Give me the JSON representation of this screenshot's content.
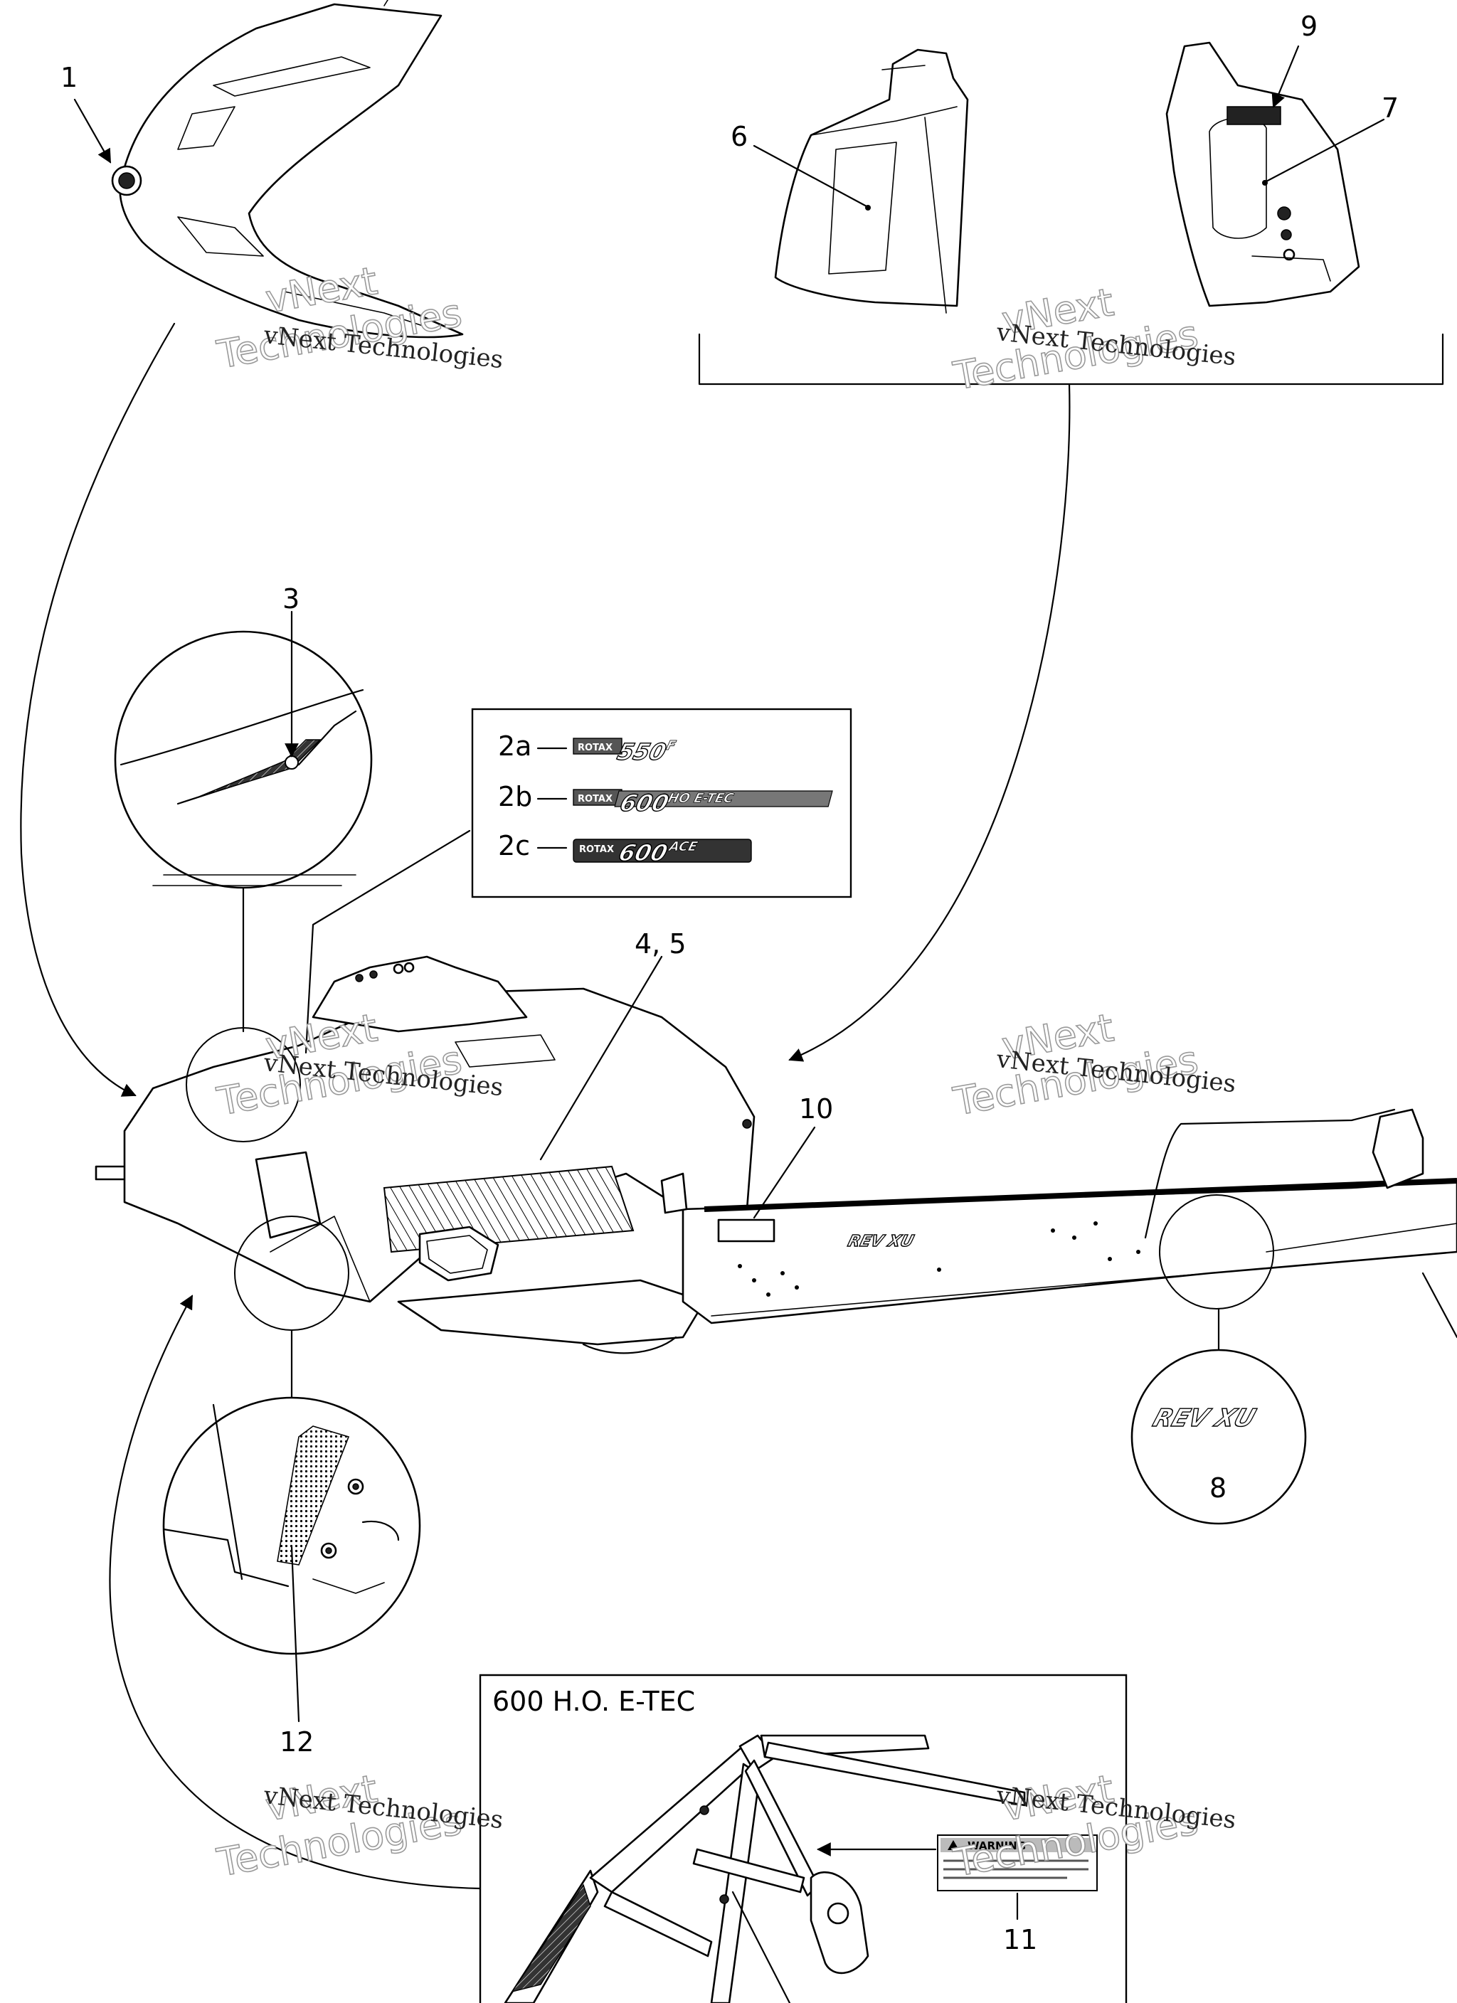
{
  "callouts": {
    "c1": "1",
    "c2a": "2a",
    "c2b": "2b",
    "c2c": "2c",
    "c3": "3",
    "c45": "4, 5",
    "c6": "6",
    "c7": "7",
    "c8": "8",
    "c9": "9",
    "c10": "10",
    "c11": "11",
    "c12": "12"
  },
  "decals": {
    "d2a": {
      "brand": "ROTAX",
      "number": "550",
      "suffix": "F"
    },
    "d2b": {
      "brand": "ROTAX",
      "number": "600",
      "suffix": "HO E-TEC"
    },
    "d2c": {
      "brand": "ROTAX",
      "number": "600",
      "suffix": "ACE"
    },
    "model_badge": "REV XU",
    "warning_heading": "WARNING"
  },
  "inset_box": {
    "title": "600 H.O. E-TEC"
  },
  "watermark": {
    "line1": "vNext Technologies",
    "line2a": "vNext",
    "line2b": "Technologies"
  }
}
